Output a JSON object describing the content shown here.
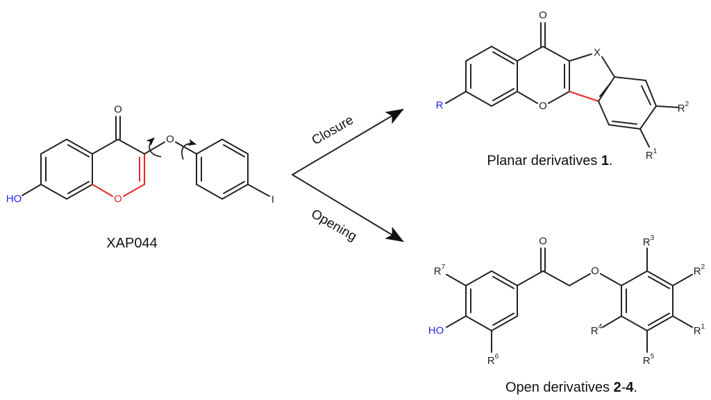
{
  "colors": {
    "bond": "#222222",
    "highlight_red": "#ee2222",
    "substituent_blue": "#2222ee"
  },
  "start_compound": {
    "name": "XAP044",
    "atoms": {
      "carbonyl_o": "O",
      "ring_o": "O",
      "ether_o": "O",
      "hydroxyl": "HO",
      "iodine": "I"
    }
  },
  "arrows": {
    "closure_label": "Closure",
    "opening_label": "Opening"
  },
  "planar": {
    "caption_text": "Planar derivatives ",
    "caption_number": "1",
    "caption_end": ".",
    "atoms": {
      "carbonyl_o": "O",
      "ring_o": "O",
      "x": "X",
      "r": "R",
      "r1": "R",
      "r1_sup": "1",
      "r2": "R",
      "r2_sup": "2"
    }
  },
  "open": {
    "caption_text": "Open derivatives ",
    "caption_number_a": "2",
    "caption_dash": "-",
    "caption_number_b": "4",
    "caption_end": ".",
    "atoms": {
      "carbonyl_o": "O",
      "ether_o": "O",
      "hydroxyl": "HO",
      "r1": "R",
      "r1_sup": "1",
      "r2": "R",
      "r2_sup": "2",
      "r3": "R",
      "r3_sup": "3",
      "r4": "R",
      "r4_sup": "4",
      "r5": "R",
      "r5_sup": "5",
      "r6": "R",
      "r6_sup": "6",
      "r7": "R",
      "r7_sup": "7"
    }
  }
}
